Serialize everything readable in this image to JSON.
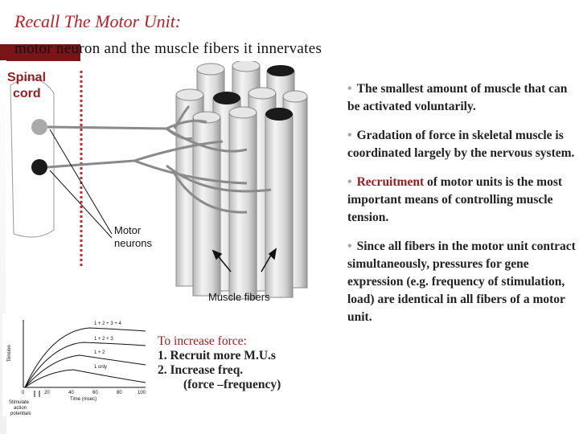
{
  "title": "Recall The Motor Unit:",
  "subtitle": "motor neuron and the muscle fibers it innervates",
  "figure": {
    "spinal_label_1": "Spinal",
    "spinal_label_2": "cord",
    "motor_label_1": "Motor",
    "motor_label_2": "neurons",
    "muscle_label": "Muscle fibers"
  },
  "bullets": [
    {
      "text": "The smallest amount of muscle that can be activated voluntarily."
    },
    {
      "text": "Gradation of force in skeletal muscle is coordinated largely by the nervous system."
    },
    {
      "emphasis": "Recruitment",
      "text": " of motor units is the most important means of controlling muscle tension."
    },
    {
      "text": "Since all fibers in the motor unit contract simultaneously, pressures for gene expression (e.g. frequency of stimulation, load) are identical in all fibers of a motor unit."
    }
  ],
  "graph": {
    "ylabel": "Tension",
    "xlabel": "Time (msec)",
    "ticks": [
      "0",
      "20",
      "40",
      "60",
      "80",
      "100"
    ],
    "curve_labels": [
      "1 + 2 + 3 + 4",
      "1 + 2 + 3",
      "1 + 2",
      "1 only"
    ],
    "stim_label_1": "Stimulate",
    "stim_label_2": "action",
    "stim_label_3": "potentials"
  },
  "force_box": {
    "heading": "To increase force:",
    "item1": "1.   Recruit more M.U.s",
    "item2": "2.   Increase freq.",
    "item2_sub": "(force –frequency)"
  }
}
